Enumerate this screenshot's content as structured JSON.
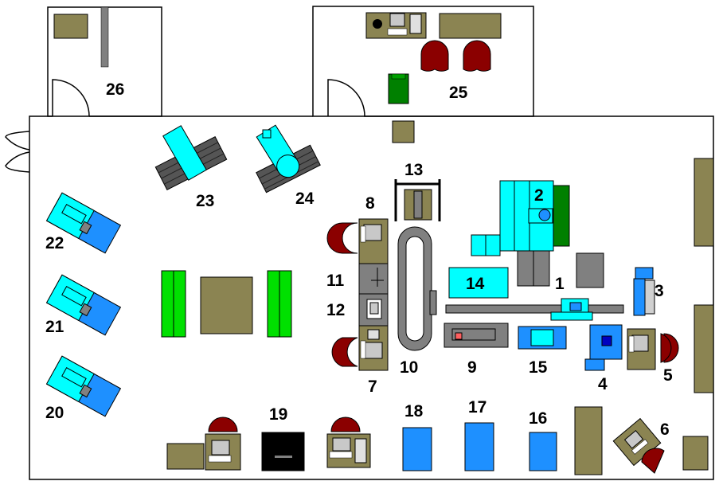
{
  "colors": {
    "wall": "#000000",
    "floor": "#ffffff",
    "furniture": "#8b8452",
    "chair": "#8b0000",
    "cyan": "#00ffff",
    "blue": "#1e90ff",
    "green": "#00e000",
    "dark_green": "#008000",
    "gray": "#808080",
    "dark_gray": "#555555",
    "black": "#000000"
  },
  "stations": [
    {
      "id": "1",
      "label": "1"
    },
    {
      "id": "2",
      "label": "2"
    },
    {
      "id": "3",
      "label": "3"
    },
    {
      "id": "4",
      "label": "4"
    },
    {
      "id": "5",
      "label": "5"
    },
    {
      "id": "6",
      "label": "6"
    },
    {
      "id": "7",
      "label": "7"
    },
    {
      "id": "8",
      "label": "8"
    },
    {
      "id": "9",
      "label": "9"
    },
    {
      "id": "10",
      "label": "10"
    },
    {
      "id": "11",
      "label": "11"
    },
    {
      "id": "12",
      "label": "12"
    },
    {
      "id": "13",
      "label": "13"
    },
    {
      "id": "14",
      "label": "14"
    },
    {
      "id": "15",
      "label": "15"
    },
    {
      "id": "16",
      "label": "16"
    },
    {
      "id": "17",
      "label": "17"
    },
    {
      "id": "18",
      "label": "18"
    },
    {
      "id": "19",
      "label": "19"
    },
    {
      "id": "20",
      "label": "20"
    },
    {
      "id": "21",
      "label": "21"
    },
    {
      "id": "22",
      "label": "22"
    },
    {
      "id": "23",
      "label": "23"
    },
    {
      "id": "24",
      "label": "24"
    },
    {
      "id": "25",
      "label": "25"
    },
    {
      "id": "26",
      "label": "26"
    }
  ]
}
